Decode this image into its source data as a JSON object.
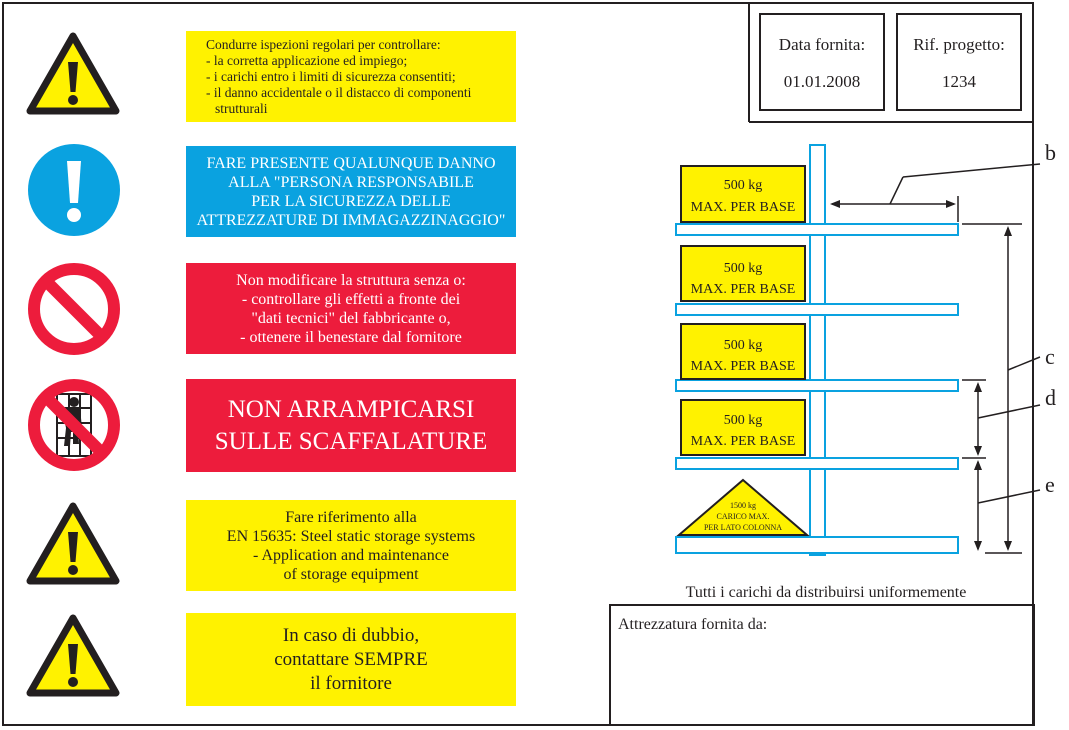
{
  "header": {
    "date_label": "Data fornita:",
    "date_value": "01.01.2008",
    "ref_label": "Rif. progetto:",
    "ref_value": "1234"
  },
  "warnings": [
    {
      "icon": "warning-triangle-icon",
      "color": "#fff200",
      "lines": [
        "Condurre ispezioni regolari per controllare:",
        "- la corretta applicazione ed impiego;",
        "- i carichi entro i limiti di sicurezza consentiti;",
        "- il danno accidentale o il distacco di componenti",
        "strutturali"
      ]
    },
    {
      "icon": "mandatory-exclamation-icon",
      "color": "#0aa2e0",
      "lines": [
        "FARE PRESENTE QUALUNQUE DANNO",
        "ALLA \"PERSONA RESPONSABILE",
        "PER LA SICUREZZA DELLE",
        "ATTREZZATURE DI IMMAGAZZINAGGIO\""
      ]
    },
    {
      "icon": "prohibition-icon",
      "color": "#ed1c3c",
      "lines": [
        "Non modificare la struttura senza o:",
        "- controllare gli effetti a fronte dei",
        "\"dati tecnici\" del fabbricante o,",
        "- ottenere il benestare dal fornitore"
      ]
    },
    {
      "icon": "no-climbing-icon",
      "color": "#ed1c3c",
      "lines": [
        "NON ARRAMPICARSI",
        "SULLE SCAFFALATURE"
      ]
    },
    {
      "icon": "warning-triangle-icon",
      "color": "#fff200",
      "lines": [
        "Fare riferimento alla",
        "EN 15635: Steel static storage systems",
        "- Application and maintenance",
        "of storage equipment"
      ]
    },
    {
      "icon": "warning-triangle-icon",
      "color": "#fff200",
      "lines": [
        "In caso di dubbio,",
        "contattare SEMPRE",
        "il fornitore"
      ]
    }
  ],
  "diagram": {
    "arm_load": {
      "line1": "500 kg",
      "line2": "MAX. PER BASE"
    },
    "column_load": {
      "line1": "1500 kg",
      "line2": "CARICO MAX.",
      "line3": "PER LATO COLONNA"
    },
    "dimension_labels": {
      "b": "b",
      "c": "c",
      "d": "d",
      "e": "e"
    },
    "caption": "Tutti i carichi da distribuirsi uniformemente"
  },
  "footer": {
    "supplier_label": "Attrezzatura fornita da:"
  }
}
